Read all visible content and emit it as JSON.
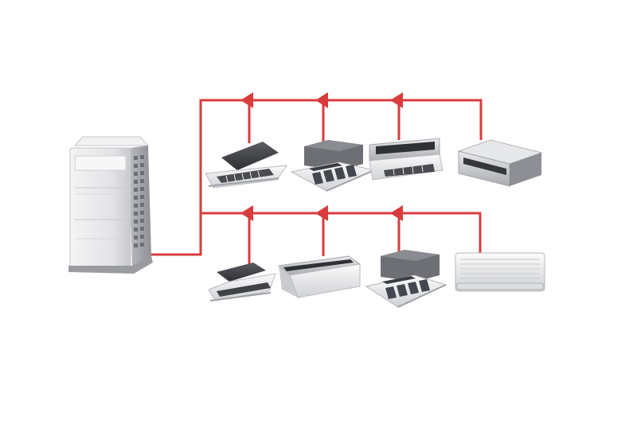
{
  "diagram": {
    "pipe_color": "#d93c3c",
    "outdoor_unit": {
      "icon": "vrf-outdoor-unit"
    },
    "rows": [
      {
        "units": [
          {
            "icon": "ceiling-cassette-1way"
          },
          {
            "icon": "ceiling-cassette-4way"
          },
          {
            "icon": "ceiling-cassette-2way"
          },
          {
            "icon": "ducted-unit"
          }
        ]
      },
      {
        "units": [
          {
            "icon": "ceiling-cassette-1way-compact"
          },
          {
            "icon": "ceiling-suspended-unit"
          },
          {
            "icon": "ceiling-cassette-4way"
          },
          {
            "icon": "wall-mounted-unit"
          }
        ]
      }
    ]
  }
}
